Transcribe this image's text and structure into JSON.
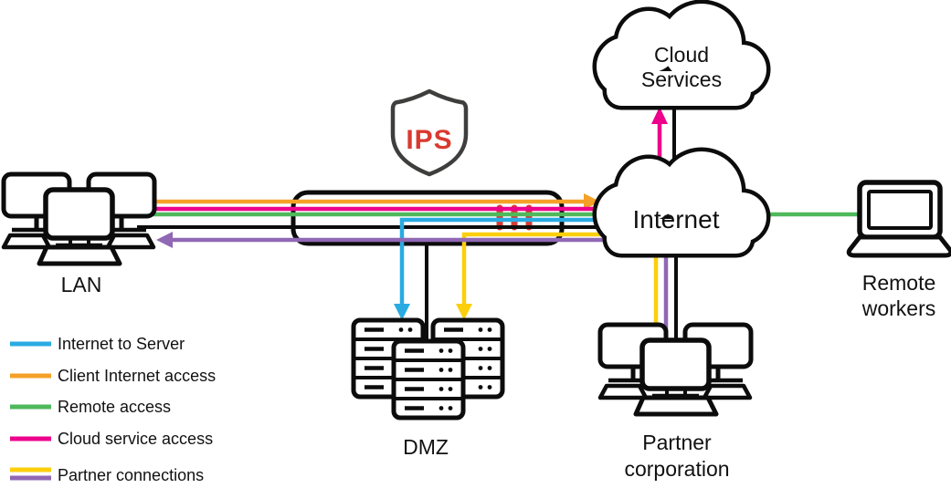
{
  "colors": {
    "blue": "#29ABE2",
    "orange": "#F5A028",
    "green": "#4EB85B",
    "pink": "#EC008C",
    "yellow": "#FBCF0C",
    "purple": "#9068B4",
    "red": "#D93A30",
    "ink": "#0C0C0C",
    "shield_gray": "#3E3E3D"
  },
  "nodes": {
    "lan": {
      "label": "LAN"
    },
    "ips": {
      "label": "IPS"
    },
    "dmz": {
      "label": "DMZ"
    },
    "internet": {
      "label": "Internet"
    },
    "cloud_services": {
      "line1": "Cloud",
      "line2": "Services"
    },
    "partner": {
      "line1": "Partner",
      "line2": "corporation"
    },
    "remote": {
      "line1": "Remote",
      "line2": "workers"
    }
  },
  "legend": {
    "items": [
      {
        "label": "Internet to Server"
      },
      {
        "label": "Client Internet access"
      },
      {
        "label": "Remote access"
      },
      {
        "label": "Cloud service access"
      },
      {
        "label": "Partner connections"
      }
    ]
  }
}
